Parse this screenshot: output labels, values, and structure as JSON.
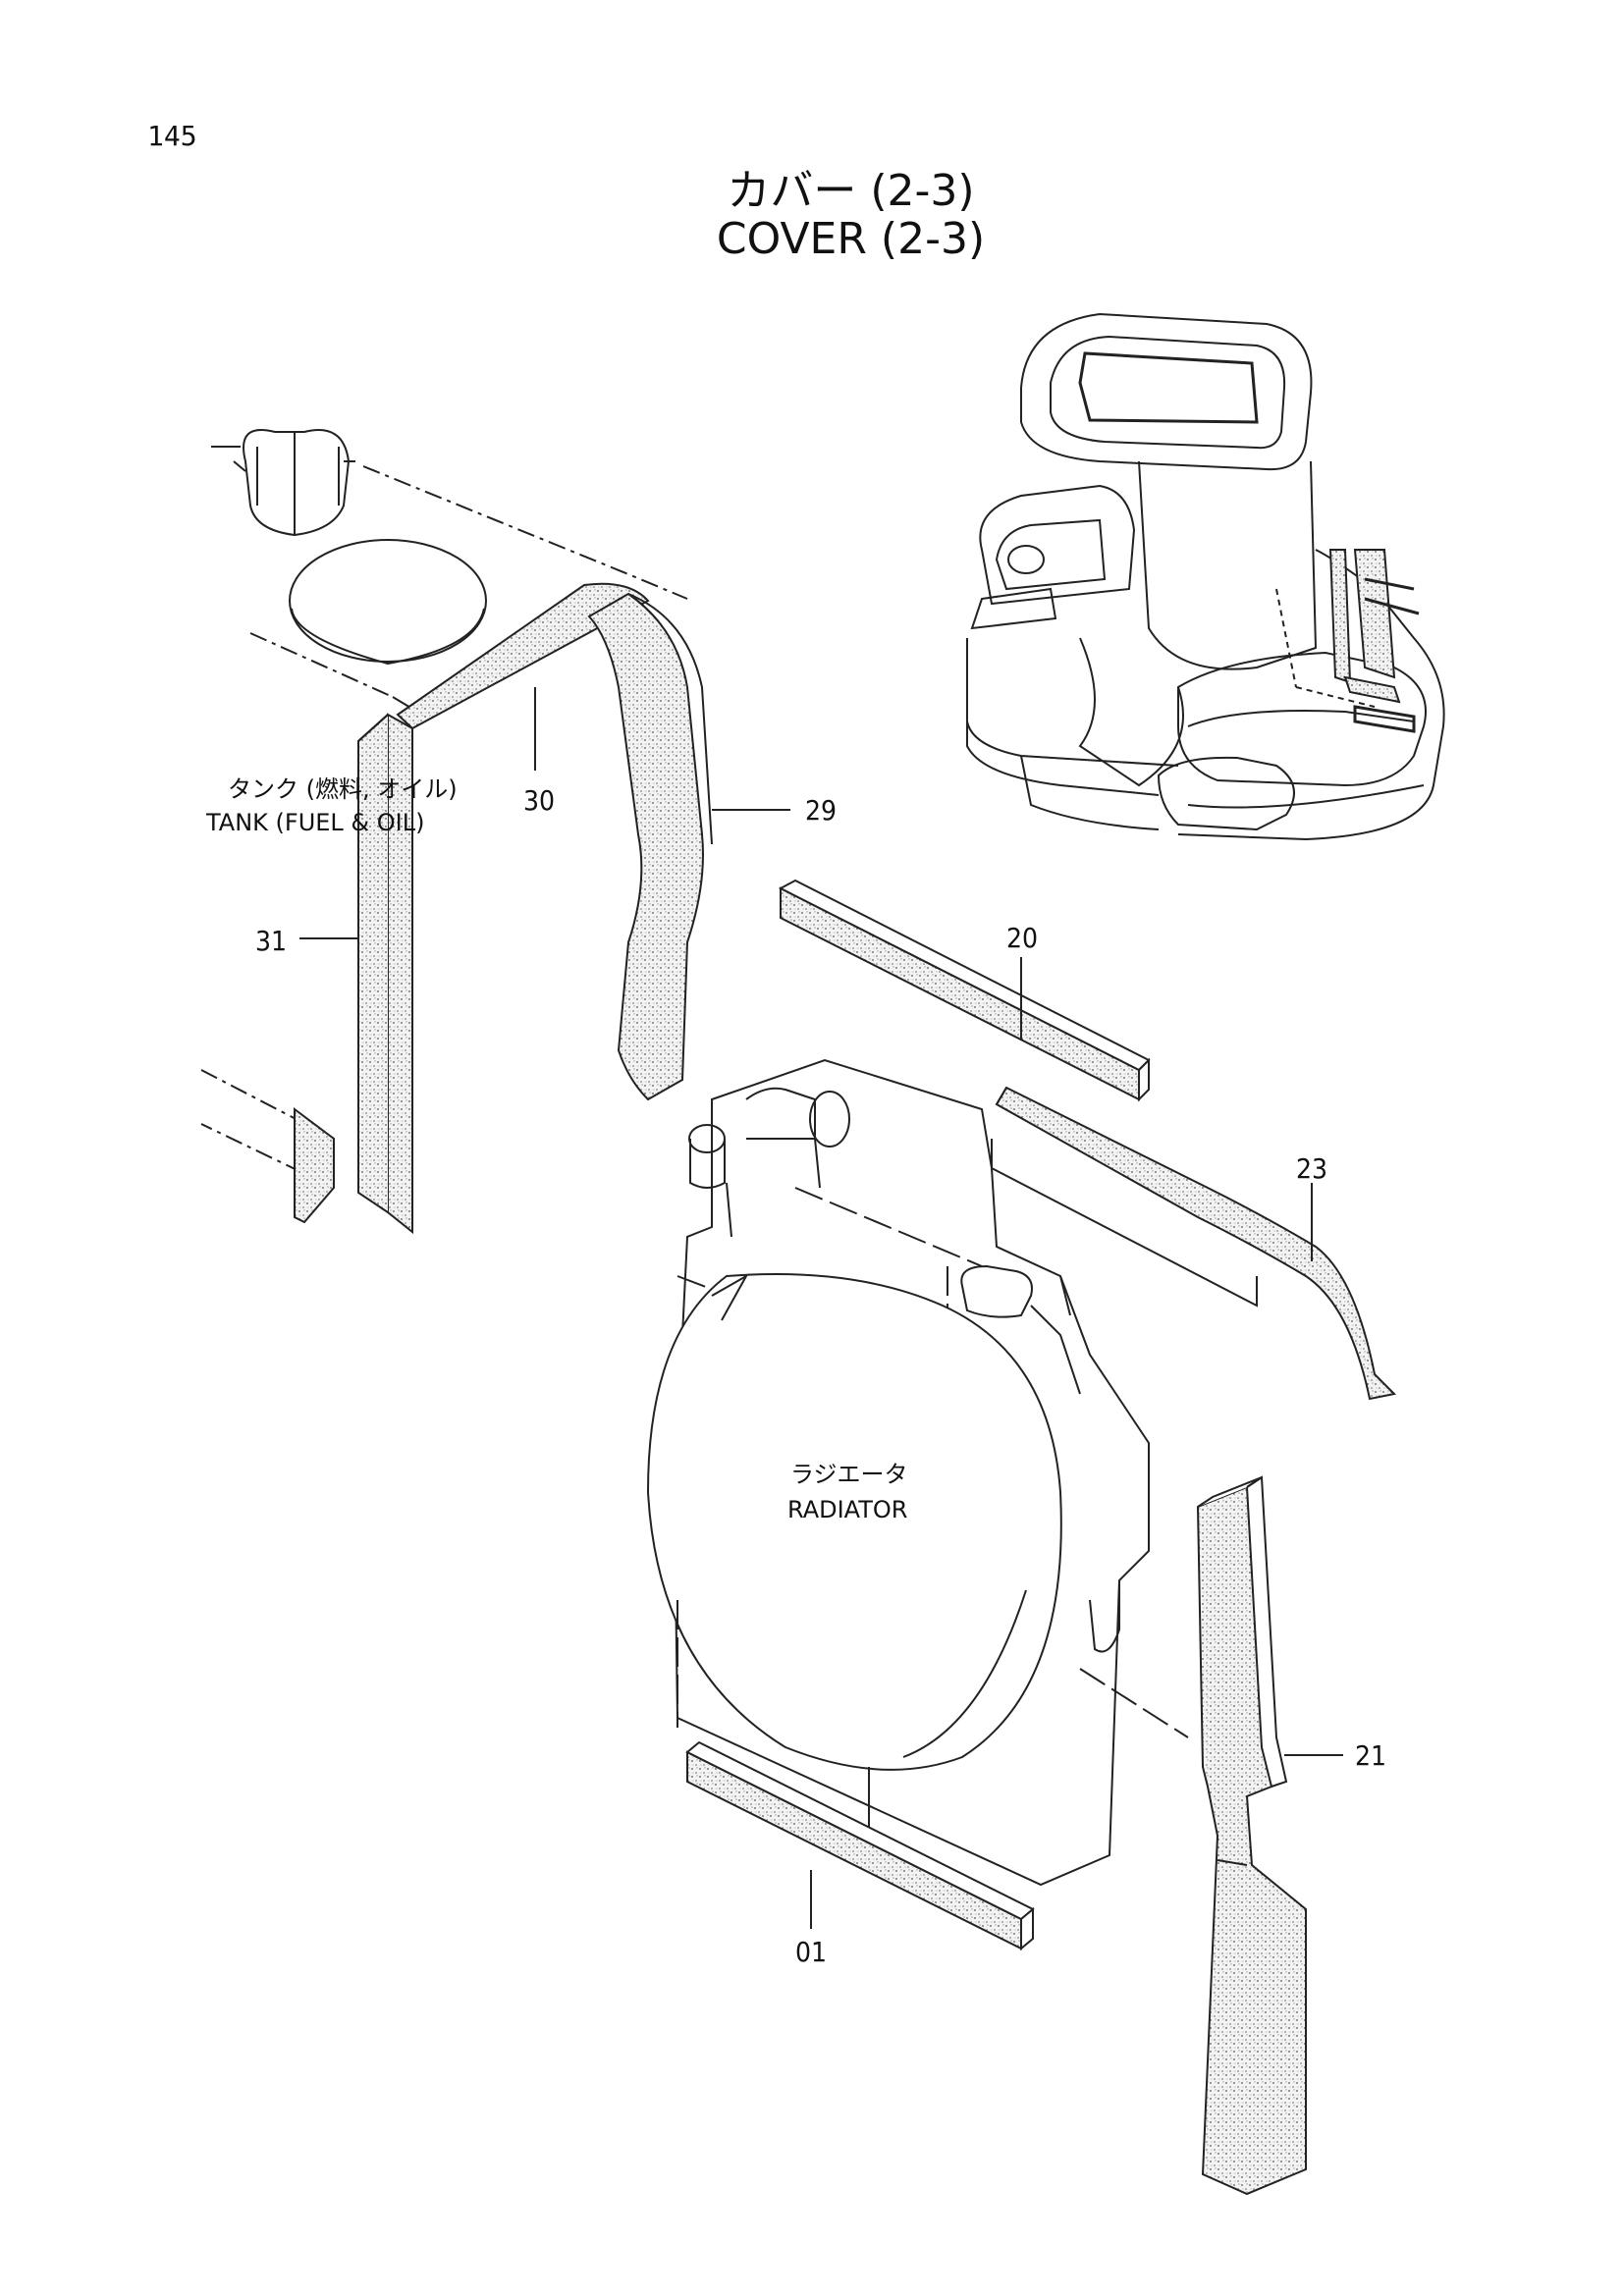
{
  "header": {
    "page_number": "145",
    "title_ja": "カバー (2-3)",
    "title_en": "COVER (2-3)"
  },
  "labels": {
    "tank_ja": "タンク (燃料, オイル)",
    "tank_en": "TANK (FUEL & OIL)",
    "radiator_ja": "ラジエータ",
    "radiator_en": "RADIATOR"
  },
  "callouts": [
    "29",
    "30",
    "31",
    "20",
    "23",
    "21",
    "01"
  ]
}
